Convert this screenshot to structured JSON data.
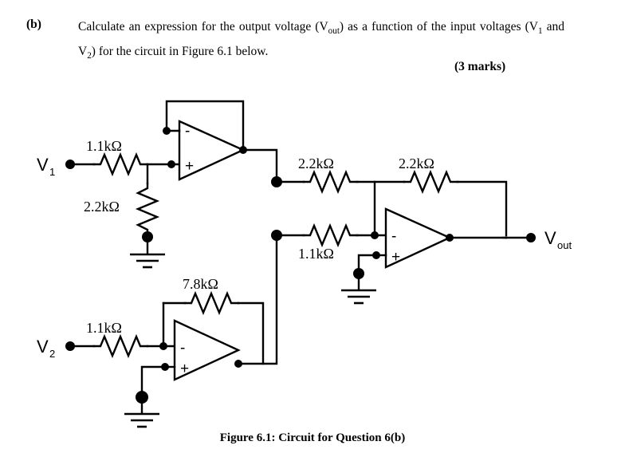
{
  "question": {
    "label": "(b)",
    "line1_a": "Calculate an expression for the output voltage (V",
    "line1_sub": "out",
    "line1_b": ") as a function of the input",
    "line2_a": "voltages (V",
    "line2_sub1": "1",
    "line2_b": " and V",
    "line2_sub2": "2",
    "line2_c": ") for the circuit in Figure 6.1 below.",
    "marks": "(3 marks)"
  },
  "figure": {
    "caption": "Figure 6.1: Circuit for Question 6(b)"
  },
  "circuit": {
    "inputs": [
      {
        "name": "V",
        "sub": "1"
      },
      {
        "name": "V",
        "sub": "2"
      }
    ],
    "output": {
      "name": "V",
      "sub": "out"
    },
    "resistors": [
      {
        "id": "r-v1-series",
        "value": "1.1kΩ"
      },
      {
        "id": "r-v1-shunt",
        "value": "2.2kΩ"
      },
      {
        "id": "r-sum-top",
        "value": "2.2kΩ"
      },
      {
        "id": "r-feedback-u2",
        "value": "2.2kΩ"
      },
      {
        "id": "r-sum-bottom",
        "value": "1.1kΩ"
      },
      {
        "id": "r-feedback-u3",
        "value": "7.8kΩ"
      },
      {
        "id": "r-v2-series",
        "value": "1.1kΩ"
      }
    ],
    "opamps": [
      {
        "id": "u1",
        "minus": "-",
        "plus": "+"
      },
      {
        "id": "u2",
        "minus": "-",
        "plus": "+"
      },
      {
        "id": "u3",
        "minus": "-",
        "plus": "+"
      }
    ],
    "colors": {
      "ink": "#000000",
      "paper": "#ffffff"
    }
  }
}
